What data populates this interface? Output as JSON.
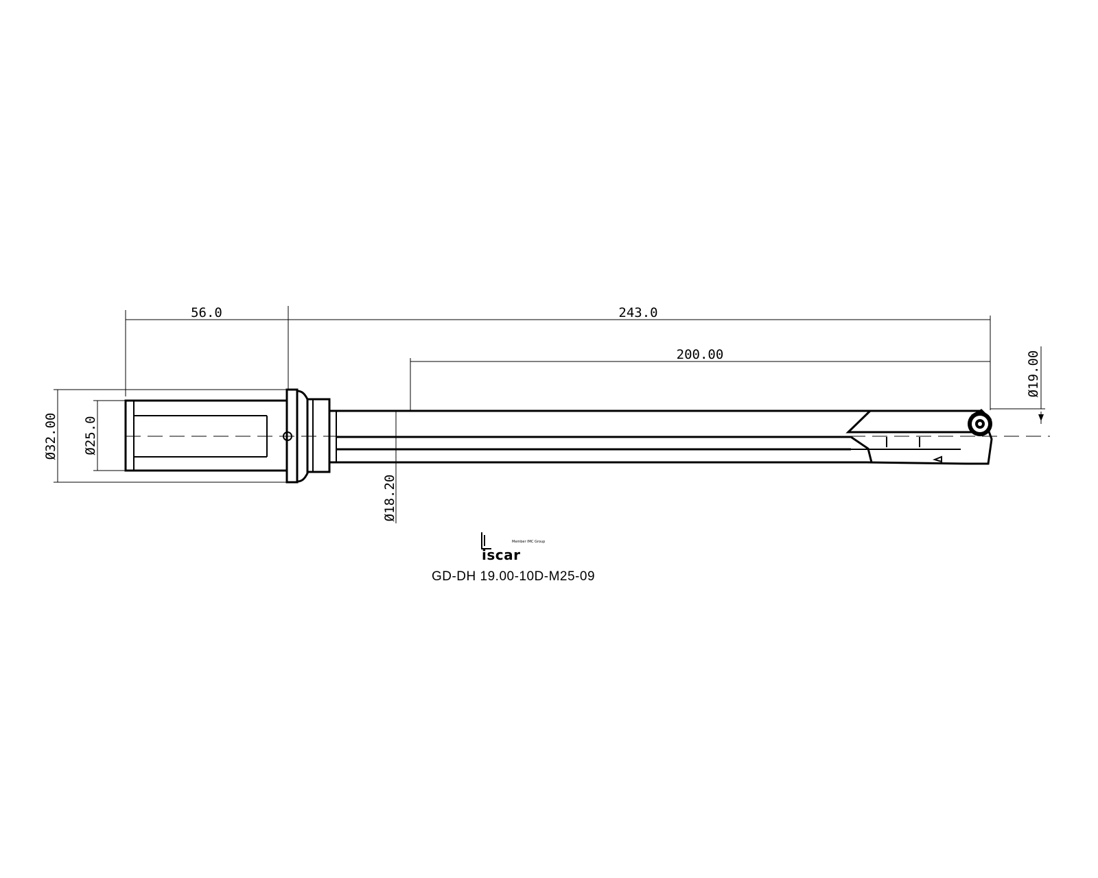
{
  "drawing": {
    "part_number": "GD-DH 19.00-10D-M25-09",
    "logo": {
      "text": "iscar",
      "subtext": "Member IMC Group"
    },
    "dimensions": {
      "shank_length": "56.0",
      "overall_length": "243.0",
      "body_length": "200.00",
      "flange_diameter": "Ø32.00",
      "shank_diameter": "Ø25.0",
      "body_diameter": "Ø18.20",
      "drill_diameter": "Ø19.00"
    }
  }
}
